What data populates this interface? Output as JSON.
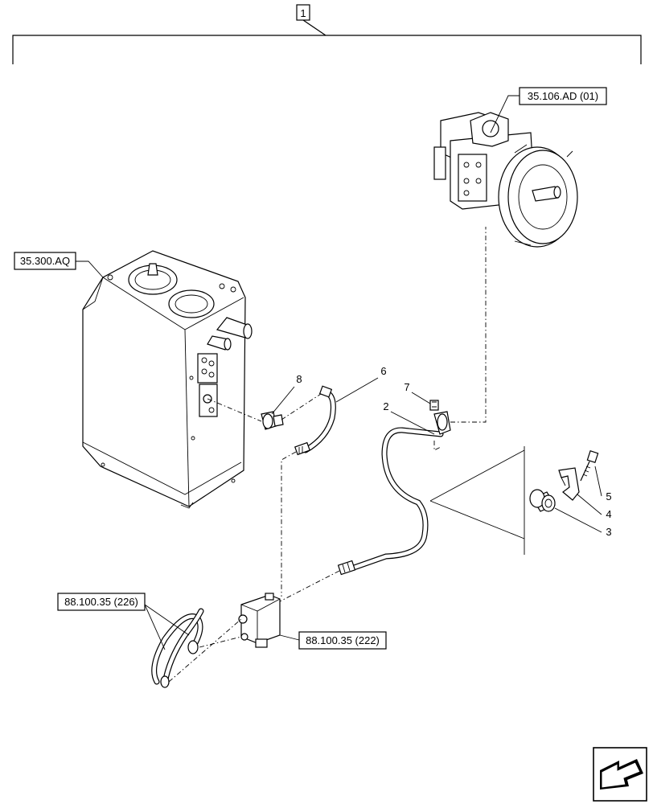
{
  "assembly_label": "1",
  "references": {
    "pump": "35.106.AD (01)",
    "tank": "35.300.AQ",
    "valve": "88.100.35 (222)",
    "tubes": "88.100.35 (226)"
  },
  "callouts": {
    "hose": "2",
    "spacer": "3",
    "clamp": "4",
    "bolt": "5",
    "tube": "6",
    "fitting_right": "7",
    "fitting_left": "8"
  },
  "nav_icon": "next-page-arrow-icon"
}
